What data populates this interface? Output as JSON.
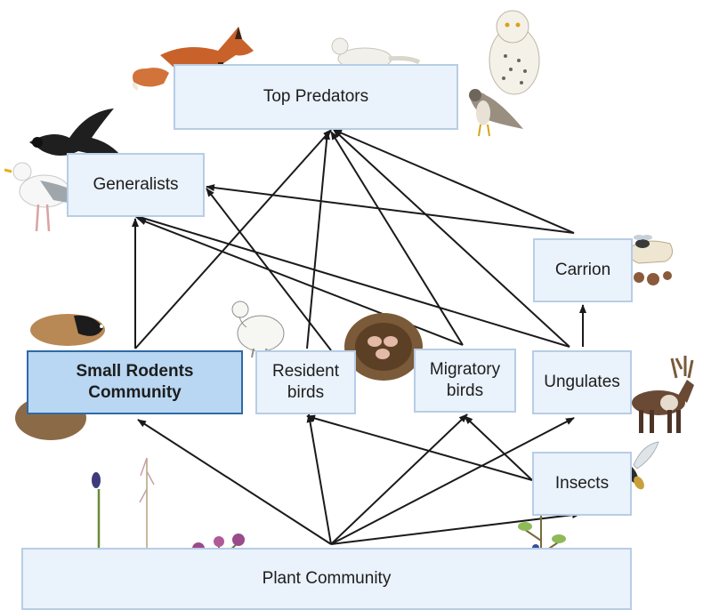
{
  "nodes": {
    "top_predators": {
      "label": "Top Predators"
    },
    "generalists": {
      "label": "Generalists"
    },
    "carrion": {
      "label": "Carrion"
    },
    "small_rodents": {
      "label": "Small Rodents\nCommunity"
    },
    "resident_birds": {
      "label": "Resident\nbirds"
    },
    "migratory_birds": {
      "label": "Migratory\nbirds"
    },
    "ungulates": {
      "label": "Ungulates"
    },
    "insects": {
      "label": "Insects"
    },
    "plant_community": {
      "label": "Plant Community"
    }
  },
  "edges": [
    {
      "from": "plant_community",
      "to": "small_rodents"
    },
    {
      "from": "plant_community",
      "to": "resident_birds"
    },
    {
      "from": "plant_community",
      "to": "migratory_birds"
    },
    {
      "from": "plant_community",
      "to": "ungulates"
    },
    {
      "from": "plant_community",
      "to": "insects"
    },
    {
      "from": "insects",
      "to": "resident_birds"
    },
    {
      "from": "insects",
      "to": "migratory_birds"
    },
    {
      "from": "small_rodents",
      "to": "generalists"
    },
    {
      "from": "small_rodents",
      "to": "top_predators"
    },
    {
      "from": "resident_birds",
      "to": "generalists"
    },
    {
      "from": "resident_birds",
      "to": "top_predators"
    },
    {
      "from": "migratory_birds",
      "to": "generalists"
    },
    {
      "from": "migratory_birds",
      "to": "top_predators"
    },
    {
      "from": "ungulates",
      "to": "generalists"
    },
    {
      "from": "ungulates",
      "to": "top_predators"
    },
    {
      "from": "ungulates",
      "to": "carrion"
    },
    {
      "from": "carrion",
      "to": "generalists"
    },
    {
      "from": "carrion",
      "to": "top_predators"
    }
  ],
  "icons": [
    "fox-icon",
    "ermine-icon",
    "snowy-owl-icon",
    "falcon-icon",
    "raven-icon",
    "gull-icon",
    "ptarmigan-icon",
    "nest-icon",
    "lemming-icon",
    "vole-icon",
    "reindeer-icon",
    "fly-icon",
    "skull-icon",
    "mosquito-icon",
    "plant-icon",
    "flower-icon",
    "grass-icon",
    "blueberry-icon"
  ],
  "colors": {
    "box_fill": "#eaf2fb",
    "box_border": "#b7cde6",
    "highlight_fill": "#b9d7f2",
    "highlight_border": "#2e6aa6",
    "arrow": "#1a1a1a"
  }
}
